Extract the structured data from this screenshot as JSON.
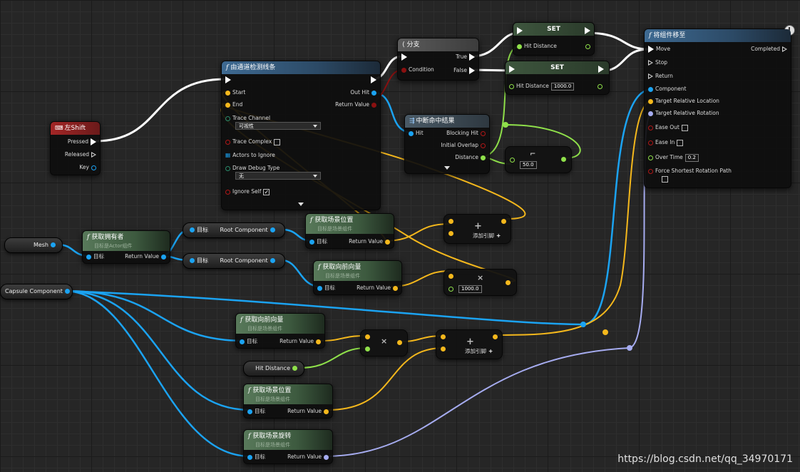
{
  "colors": {
    "exec": "#ffffff",
    "vector": "#f5b81c",
    "object": "#1ba3f2",
    "float": "#8fe04a",
    "bool": "#8a1010",
    "rotator": "#a6acf0",
    "background": "#262626"
  },
  "icons": {
    "function": "function-icon",
    "branch": "branch-icon",
    "key": "keyboard-icon",
    "break": "break-struct-icon",
    "clock": "latent-clock-icon"
  },
  "watermark": "https://blog.csdn.net/qq_34970171",
  "nodes": {
    "left_shift": {
      "title": "左Shift",
      "pressed": "Pressed",
      "released": "Released",
      "key": "Key"
    },
    "line_trace": {
      "title": "由通道检测线条",
      "start": "Start",
      "end": "End",
      "out_hit": "Out Hit",
      "return_value": "Return Value",
      "trace_channel": "Trace Channel",
      "trace_channel_value": "可视性",
      "trace_complex": "Trace Complex",
      "actors_to_ignore": "Actors to Ignore",
      "draw_debug_type": "Draw Debug Type",
      "draw_debug_value": "无",
      "ignore_self": "Ignore Self"
    },
    "branch": {
      "title": "分支",
      "condition": "Condition",
      "true_label": "True",
      "false_label": "False"
    },
    "set1": {
      "title": "SET",
      "hit_distance": "Hit Distance"
    },
    "set2": {
      "title": "SET",
      "hit_distance": "Hit Distance",
      "value": "1000.0"
    },
    "break_hit": {
      "title": "中断命中结果",
      "hit": "Hit",
      "blocking_hit": "Blocking Hit",
      "initial_overlap": "Initial Overlap",
      "distance": "Distance"
    },
    "compare": {
      "value": "50.0"
    },
    "move_component": {
      "title": "将组件移至",
      "move": "Move",
      "stop": "Stop",
      "return_label": "Return",
      "completed": "Completed",
      "component": "Component",
      "target_location": "Target Relative Location",
      "target_rotation": "Target Relative Rotation",
      "ease_out": "Ease Out",
      "ease_in": "Ease In",
      "over_time": "Over Time",
      "over_time_value": "0.2",
      "force_shortest": "Force Shortest Rotation Path"
    },
    "mesh_var": {
      "label": "Mesh"
    },
    "capsule_var": {
      "label": "Capsule Component"
    },
    "get_owner": {
      "title": "获取拥有者",
      "subtitle": "目标是Actor组件",
      "target": "目标",
      "return_value": "Return Value"
    },
    "root_comp1": {
      "target": "目标",
      "label": "Root Component"
    },
    "root_comp2": {
      "target": "目标",
      "label": "Root Component"
    },
    "get_world_loc1": {
      "title": "获取场景位置",
      "subtitle": "目标是场景组件",
      "target": "目标",
      "return_value": "Return Value"
    },
    "get_forward1": {
      "title": "获取向前向量",
      "subtitle": "目标是场景组件",
      "target": "目标",
      "return_value": "Return Value"
    },
    "add1": {
      "label": "添加引脚"
    },
    "mult1": {
      "value": "1000.0"
    },
    "get_forward2": {
      "title": "获取向前向量",
      "subtitle": "目标是场景组件",
      "target": "目标",
      "return_value": "Return Value"
    },
    "hit_distance_var": {
      "label": "Hit Distance"
    },
    "mult2": {},
    "add2": {
      "label": "添加引脚"
    },
    "get_world_loc2": {
      "title": "获取场景位置",
      "subtitle": "目标是场景组件",
      "target": "目标",
      "return_value": "Return Value"
    },
    "get_world_rot": {
      "title": "获取场景旋转",
      "subtitle": "目标是场景组件",
      "target": "目标",
      "return_value": "Return Value"
    }
  }
}
